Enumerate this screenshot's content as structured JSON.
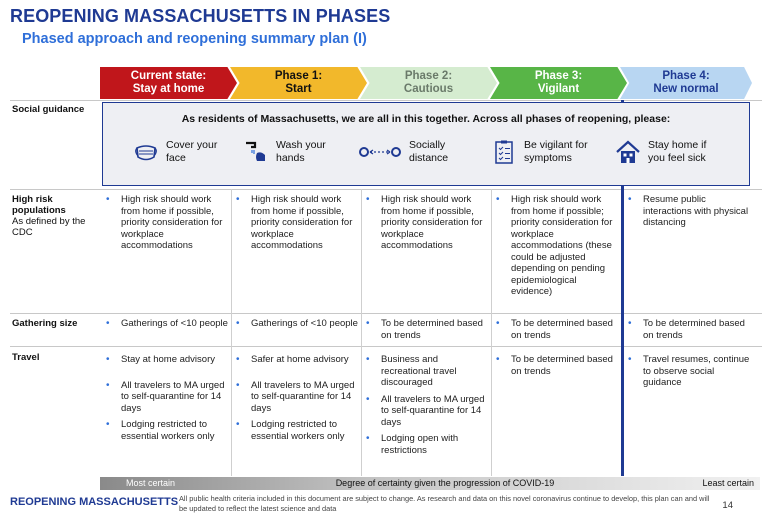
{
  "title": "REOPENING MASSACHUSETTS IN PHASES",
  "subtitle": "Phased approach and reopening summary plan (I)",
  "phases": [
    {
      "line1": "Current state:",
      "line2": "Stay at home",
      "color": "#c0161b"
    },
    {
      "line1": "Phase 1:",
      "line2": "Start",
      "color": "#f2b82b"
    },
    {
      "line1": "Phase 2:",
      "line2": "Cautious",
      "color": "#d5ecd0"
    },
    {
      "line1": "Phase 3:",
      "line2": "Vigilant",
      "color": "#58b547"
    },
    {
      "line1": "Phase 4:",
      "line2": "New normal",
      "color": "#b8d6f2"
    }
  ],
  "rows": {
    "social": "Social guidance",
    "high_risk": "High risk populations",
    "high_risk_sub": "As defined by the CDC",
    "gathering": "Gathering size",
    "travel": "Travel"
  },
  "social_guidance": {
    "heading": "As residents of Massachusetts, we are all in this together. Across all phases of reopening, please:",
    "items": [
      {
        "icon": "face-mask-icon",
        "l1": "Cover your",
        "l2": "face"
      },
      {
        "icon": "hand-washing-icon",
        "l1": "Wash your",
        "l2": "hands"
      },
      {
        "icon": "social-distance-icon",
        "l1": "Socially",
        "l2": "distance"
      },
      {
        "icon": "checklist-icon",
        "l1": "Be vigilant for",
        "l2": "symptoms"
      },
      {
        "icon": "house-icon",
        "l1": "Stay home if",
        "l2": "you feel sick"
      }
    ]
  },
  "high_risk": {
    "p0": "High risk should work from home if possible, priority consideration for workplace accommodations",
    "p1": "High risk should work from home if possible, priority consideration for workplace accommodations",
    "p2": "High risk should work from home if possible, priority consideration for workplace accommodations",
    "p3": "High risk should work from home if possible; priority consideration for workplace accommodations (these could be adjusted depending on pending epidemiological evidence)",
    "p4": "Resume public interactions with physical distancing"
  },
  "gathering": {
    "p0": "Gatherings of <10 people",
    "p1": "Gatherings of <10 people",
    "p2": "To be determined based on trends",
    "p3": "To be determined based on trends",
    "p4": "To be determined based on trends"
  },
  "travel": {
    "p0": [
      "Stay at home advisory",
      "All travelers to MA urged to self-quarantine for 14 days",
      "Lodging restricted to essential workers only"
    ],
    "p1": [
      "Safer at home advisory",
      "All travelers to MA urged to self-quarantine for 14 days",
      "Lodging restricted to essential workers only"
    ],
    "p2": [
      "Business and recreational travel discouraged",
      "All travelers to MA urged to self-quarantine for 14 days",
      "Lodging open with restrictions"
    ],
    "p3": [
      "To be determined based on trends"
    ],
    "p4": [
      "Travel resumes, continue to observe social guidance"
    ]
  },
  "certainty": {
    "left": "Most certain",
    "middle": "Degree of certainty given the progression of COVID-19",
    "right": "Least certain"
  },
  "footer": {
    "brand": "REOPENING MASSACHUSETTS",
    "note": "All public health criteria included in this document are subject to change. As research and data on this novel coronavirus continue to develop, this plan can and will be updated to reflect the latest science and data",
    "page": "14"
  },
  "colors": {
    "brand_blue": "#1f3a93",
    "accent_blue": "#2f6fd9"
  }
}
